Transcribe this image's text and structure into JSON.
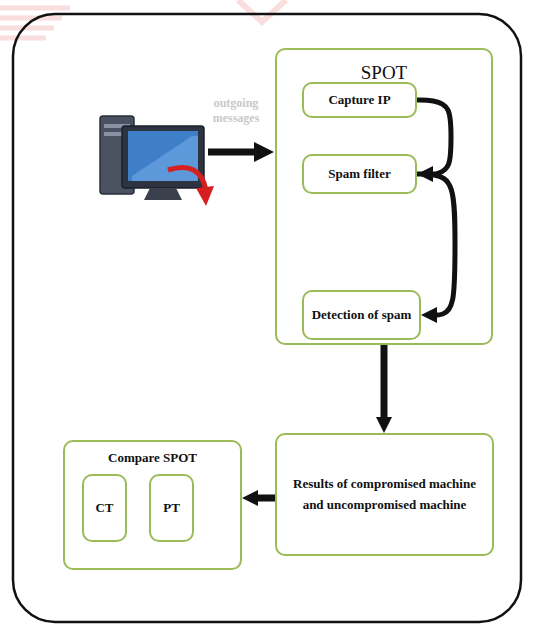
{
  "diagram": {
    "nodes": [
      {
        "text": [
          "SPOT"
        ]
      },
      {
        "text": [
          "Capture IP"
        ],
        "in": 0
      },
      {
        "text": [
          "Spam filter"
        ],
        "in": 0
      },
      {
        "text": [
          "Detection of spam"
        ],
        "in": 0
      },
      {
        "text": [
          "Results of compromised machine and uncompromised machine"
        ]
      },
      {
        "text": [
          "Compare SPOT"
        ]
      },
      {
        "text": [
          "CT"
        ],
        "in": 5
      },
      {
        "text": [
          "PT"
        ],
        "in": 5
      }
    ],
    "edges": [
      {
        "from": 1,
        "to": 2,
        "arrow": "to"
      },
      {
        "from": 2,
        "to": 3,
        "arrow": "to"
      },
      {
        "from": 0,
        "to": 4,
        "arrow": "to"
      },
      {
        "from": 4,
        "to": 5,
        "arrow": "to"
      }
    ],
    "labels": [
      "outgoing messages"
    ]
  }
}
